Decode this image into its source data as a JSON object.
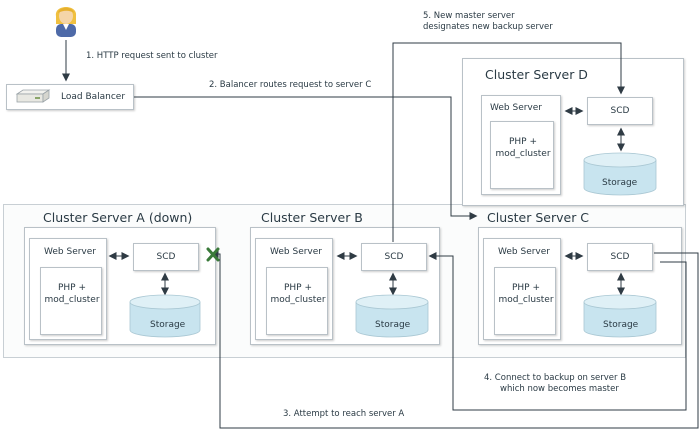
{
  "user": {
    "icon": "user-icon"
  },
  "load_balancer": {
    "label": "Load Balancer",
    "icon": "server-appliance-icon"
  },
  "steps": {
    "s1": "1. HTTP request sent to cluster",
    "s2": "2. Balancer routes request to server C",
    "s3": "3. Attempt to reach server A",
    "s4_line1": "4. Connect to backup on server B",
    "s4_line2": "which now becomes master",
    "s5_line1": "5. New master server",
    "s5_line2": "designates new backup  server"
  },
  "clusters": {
    "a": {
      "title": "Cluster Server A (down)",
      "web": "Web Server",
      "php1": "PHP +",
      "php2": "mod_cluster",
      "scd": "SCD",
      "storage": "Storage"
    },
    "b": {
      "title": "Cluster Server B",
      "web": "Web Server",
      "php1": "PHP +",
      "php2": "mod_cluster",
      "scd": "SCD",
      "storage": "Storage"
    },
    "c": {
      "title": "Cluster Server C",
      "web": "Web Server",
      "php1": "PHP +",
      "php2": "mod_cluster",
      "scd": "SCD",
      "storage": "Storage"
    },
    "d": {
      "title": "Cluster Server D",
      "web": "Web Server",
      "php1": "PHP +",
      "php2": "mod_cluster",
      "scd": "SCD",
      "storage": "Storage"
    }
  },
  "colors": {
    "storage_fill": "#c8e4ef",
    "failure_mark": "#3a7a3a",
    "line": "#2f3b44"
  }
}
